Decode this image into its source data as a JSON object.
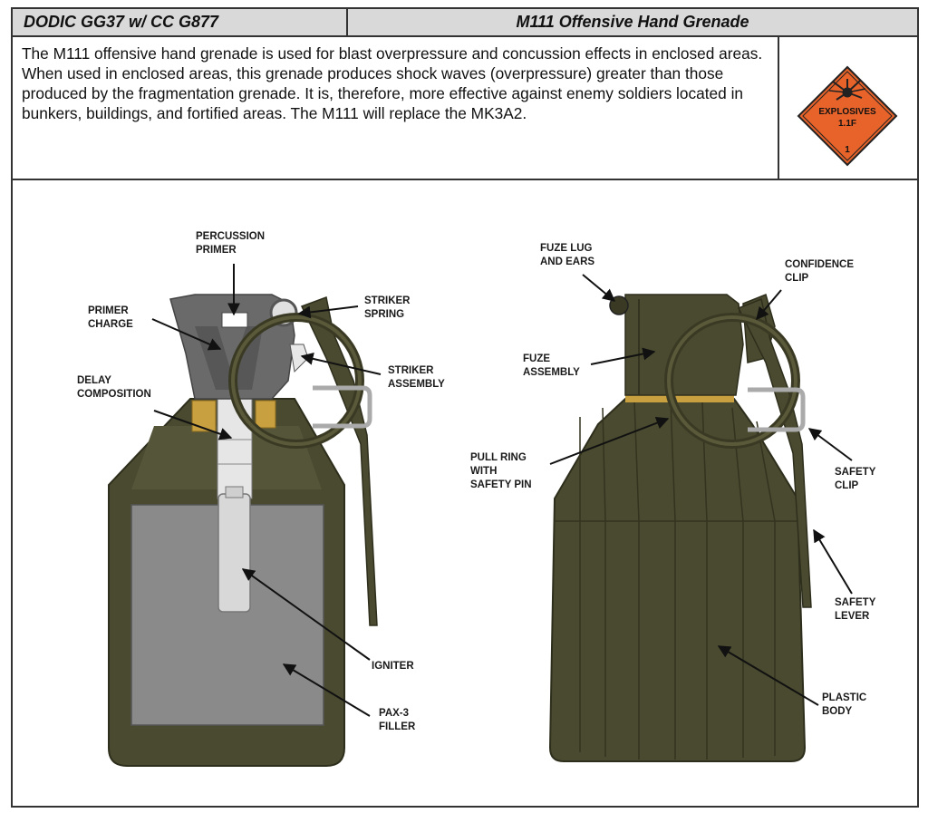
{
  "header": {
    "dodic": "DODIC GG37 w/ CC G877",
    "title": "M111 Offensive Hand Grenade"
  },
  "description": "The M111 offensive hand grenade is used for blast overpressure and concussion effects in enclosed areas. When used in enclosed areas, this grenade produces shock waves (overpressure) greater than those produced by the fragmentation grenade. It is, therefore, more effective against enemy soldiers located in bunkers, buildings, and fortified areas. The M111 will replace the MK3A2.",
  "hazard_placard": {
    "label": "EXPLOSIVES",
    "division": "1.1F",
    "class": "1",
    "color": "#e8632a"
  },
  "labels": {
    "percussion_primer": "PERCUSSION\nPRIMER",
    "primer_charge": "PRIMER\nCHARGE",
    "striker_spring": "STRIKER\nSPRING",
    "striker_assembly": "STRIKER\nASSEMBLY",
    "delay_composition": "DELAY\nCOMPOSITION",
    "igniter": "IGNITER",
    "pax3_filler": "PAX-3\nFILLER",
    "fuze_lug": "FUZE LUG\nAND EARS",
    "confidence_clip": "CONFIDENCE\nCLIP",
    "fuze_assembly": "FUZE\nASSEMBLY",
    "pull_ring": "PULL RING\nWITH\nSAFETY PIN",
    "safety_clip": "SAFETY\nCLIP",
    "safety_lever": "SAFETY\nLEVER",
    "plastic_body": "PLASTIC\nBODY"
  },
  "colors": {
    "olive": "#4a4a30",
    "olive_dark": "#3a3a24",
    "fuze_gray": "#6a6a6a",
    "filler_gray": "#8a8a8a",
    "brass": "#c8a040"
  }
}
